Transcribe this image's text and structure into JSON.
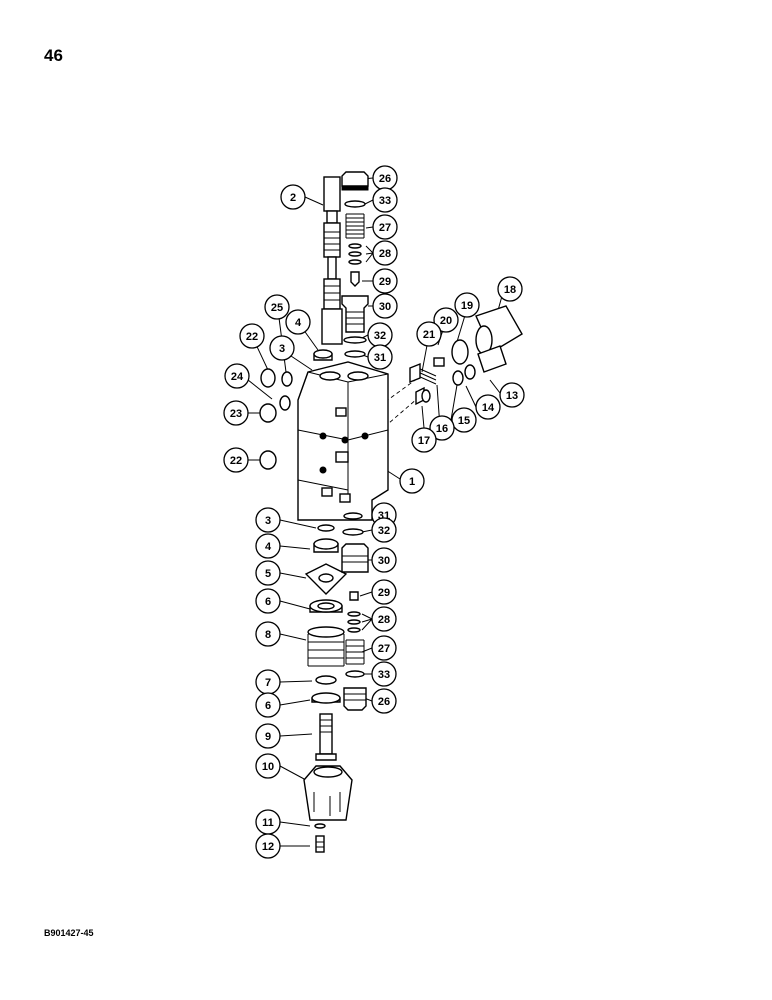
{
  "page": {
    "number": "46",
    "figure_code": "B901427-45"
  },
  "callouts": [
    {
      "id": "c26a",
      "label": "26"
    },
    {
      "id": "c2",
      "label": "2"
    },
    {
      "id": "c33a",
      "label": "33"
    },
    {
      "id": "c27a",
      "label": "27"
    },
    {
      "id": "c28a",
      "label": "28"
    },
    {
      "id": "c29a",
      "label": "29"
    },
    {
      "id": "c30a",
      "label": "30"
    },
    {
      "id": "c18",
      "label": "18"
    },
    {
      "id": "c19",
      "label": "19"
    },
    {
      "id": "c20",
      "label": "20"
    },
    {
      "id": "c21",
      "label": "21"
    },
    {
      "id": "c25",
      "label": "25"
    },
    {
      "id": "c4a",
      "label": "4"
    },
    {
      "id": "c22a",
      "label": "22"
    },
    {
      "id": "c32a",
      "label": "32"
    },
    {
      "id": "c31a",
      "label": "31"
    },
    {
      "id": "c3a",
      "label": "3"
    },
    {
      "id": "c24",
      "label": "24"
    },
    {
      "id": "c13",
      "label": "13"
    },
    {
      "id": "c14",
      "label": "14"
    },
    {
      "id": "c15",
      "label": "15"
    },
    {
      "id": "c16",
      "label": "16"
    },
    {
      "id": "c17",
      "label": "17"
    },
    {
      "id": "c23",
      "label": "23"
    },
    {
      "id": "c22b",
      "label": "22"
    },
    {
      "id": "c1",
      "label": "1"
    },
    {
      "id": "c31b",
      "label": "31"
    },
    {
      "id": "c3b",
      "label": "3"
    },
    {
      "id": "c32b",
      "label": "32"
    },
    {
      "id": "c4b",
      "label": "4"
    },
    {
      "id": "c30b",
      "label": "30"
    },
    {
      "id": "c5",
      "label": "5"
    },
    {
      "id": "c29b",
      "label": "29"
    },
    {
      "id": "c6a",
      "label": "6"
    },
    {
      "id": "c28b",
      "label": "28"
    },
    {
      "id": "c8",
      "label": "8"
    },
    {
      "id": "c27b",
      "label": "27"
    },
    {
      "id": "c7",
      "label": "7"
    },
    {
      "id": "c33b",
      "label": "33"
    },
    {
      "id": "c6b",
      "label": "6"
    },
    {
      "id": "c26b",
      "label": "26"
    },
    {
      "id": "c9",
      "label": "9"
    },
    {
      "id": "c10",
      "label": "10"
    },
    {
      "id": "c11",
      "label": "11"
    },
    {
      "id": "c12",
      "label": "12"
    }
  ]
}
